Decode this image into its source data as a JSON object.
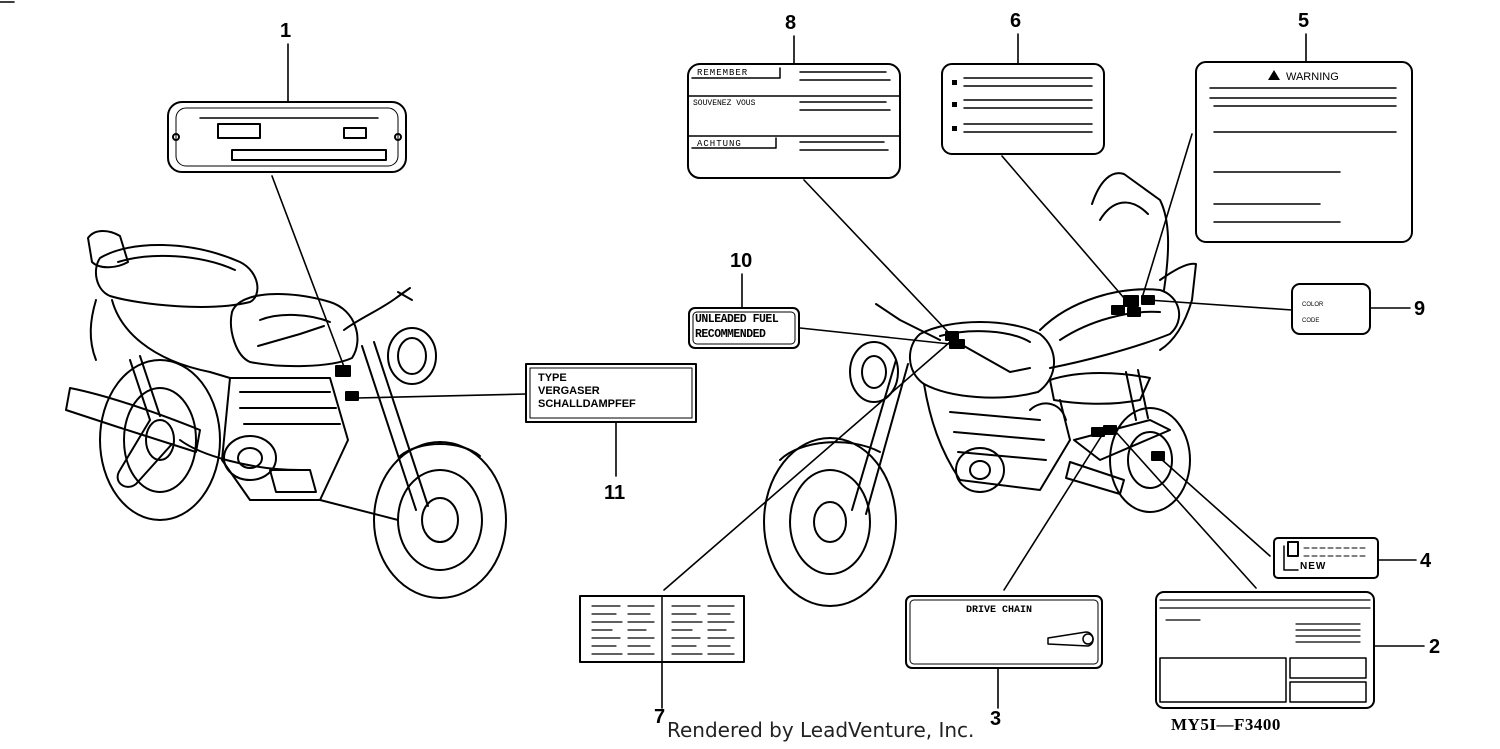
{
  "callouts": [
    "1",
    "2",
    "3",
    "4",
    "5",
    "6",
    "7",
    "8",
    "9",
    "10",
    "11"
  ],
  "labels": {
    "remember": "REMEMBER",
    "souvenez": "SOUVENEZ VOUS",
    "achtung": "ACHTUNG",
    "warning": "WARNING",
    "unleaded_1": "UNLEADED FUEL",
    "unleaded_2": "RECOMMENDED",
    "type": "TYPE",
    "vergaser": "VERGASER",
    "schall": "SCHALLDAMPFEF",
    "color": "COLOR",
    "code": "CODE",
    "new": "NEW",
    "drive_chain": "DRIVE CHAIN"
  },
  "footer": {
    "rendered_by": "Rendered by LeadVenture, Inc.",
    "diagram_code": "MY5I—F3400"
  }
}
